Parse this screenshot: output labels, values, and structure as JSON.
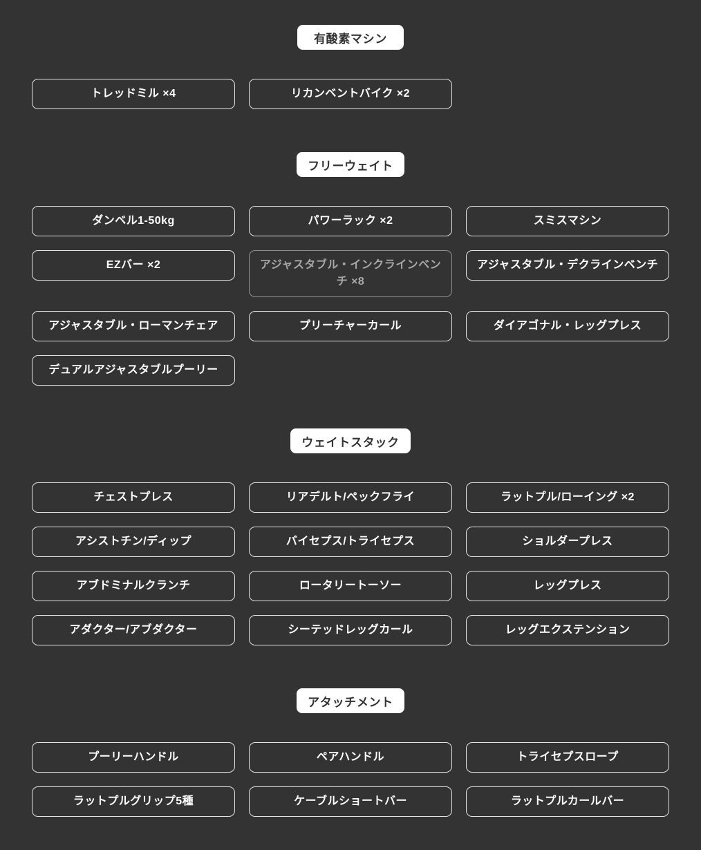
{
  "colors": {
    "background": "#333333",
    "button_border": "#e3e3e3",
    "button_text": "#ffffff",
    "muted_border": "#919191",
    "muted_text": "#a8a8a8",
    "badge_bg": "#ffffff",
    "badge_text": "#333333"
  },
  "sections": [
    {
      "title": "有酸素マシン",
      "items": [
        {
          "label": "トレッドミル ×4"
        },
        {
          "label": "リカンベントバイク ×2"
        }
      ]
    },
    {
      "title": "フリーウェイト",
      "items": [
        {
          "label": "ダンベル1-50kg"
        },
        {
          "label": "パワーラック ×2"
        },
        {
          "label": "スミスマシン"
        },
        {
          "label": "EZバー ×2"
        },
        {
          "label": "アジャスタブル・インクラインベンチ ×8",
          "muted": true
        },
        {
          "label": "アジャスタブル・デクラインベンチ"
        },
        {
          "label": "アジャスタブル・ローマンチェア"
        },
        {
          "label": "プリーチャーカール"
        },
        {
          "label": "ダイアゴナル・レッグプレス"
        },
        {
          "label": "デュアルアジャスタブルプーリー"
        }
      ]
    },
    {
      "title": "ウェイトスタック",
      "items": [
        {
          "label": "チェストプレス"
        },
        {
          "label": "リアデルト/ペックフライ"
        },
        {
          "label": "ラットプル/ローイング ×2"
        },
        {
          "label": "アシストチン/ディップ"
        },
        {
          "label": "バイセプス/トライセプス"
        },
        {
          "label": "ショルダープレス"
        },
        {
          "label": "アブドミナルクランチ"
        },
        {
          "label": "ロータリートーソー"
        },
        {
          "label": "レッグプレス"
        },
        {
          "label": "アダクター/アブダクター"
        },
        {
          "label": "シーテッドレッグカール"
        },
        {
          "label": "レッグエクステンション"
        }
      ]
    },
    {
      "title": "アタッチメント",
      "items": [
        {
          "label": "プーリーハンドル"
        },
        {
          "label": "ペアハンドル"
        },
        {
          "label": "トライセプスロープ"
        },
        {
          "label": "ラットプルグリップ5種"
        },
        {
          "label": "ケーブルショートバー"
        },
        {
          "label": "ラットプルカールバー"
        }
      ]
    }
  ]
}
